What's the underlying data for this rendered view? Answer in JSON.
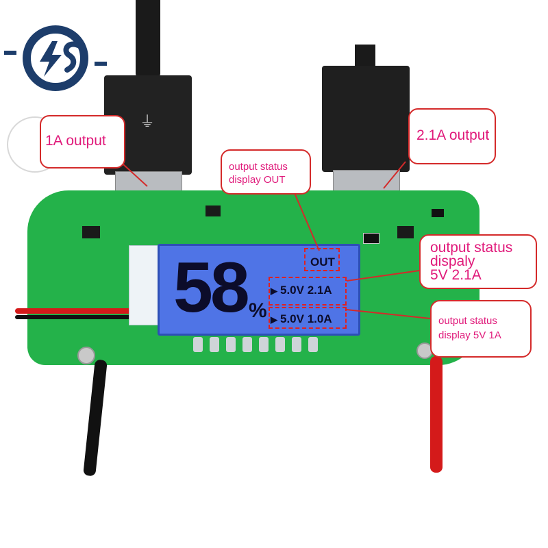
{
  "callouts": {
    "one_a": "1A output",
    "two_one_a": "2.1A output",
    "status_out": [
      "output status",
      "display OUT"
    ],
    "status_21": [
      "output status",
      "dispaly",
      "5V 2.1A"
    ],
    "status_1a": [
      "output status",
      "display 5V 1A"
    ]
  },
  "lcd": {
    "percent_value": "58",
    "percent_sign": "%",
    "out_label": "OUT",
    "row1": "5.0V 2.1A",
    "row2": "5.0V 1.0A",
    "arrow": "▶"
  },
  "colors": {
    "callout_border": "#d42a2a",
    "callout_text": "#e0197a",
    "pcb": "#24b24a",
    "lcd": "#4f74e6",
    "logo": "#1d3d6b"
  },
  "icons": [
    "logo-icon",
    "usb-icon"
  ]
}
